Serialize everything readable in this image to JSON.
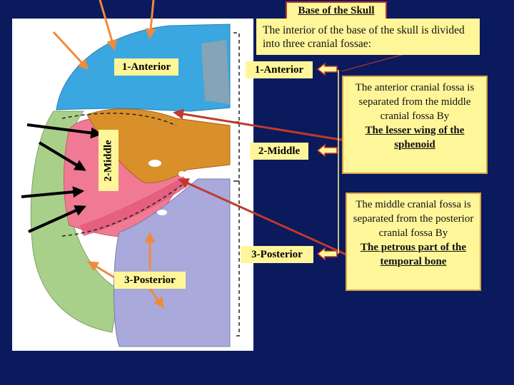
{
  "title": "Base of the Skull",
  "intro": "The interior of the base of the skull is divided into three cranial fossae:",
  "fossae_labels": {
    "anterior": "1-Anterior",
    "middle": "2-Middle",
    "posterior": "3-Posterior"
  },
  "anterior_note": {
    "text": "The anterior cranial fossa is separated from the middle cranial fossa By",
    "emphasis": "The lesser wing of the sphenoid"
  },
  "middle_note": {
    "text": "The middle cranial fossa is separated from the posterior cranial fossa By",
    "emphasis": "The petrous part of the temporal bone"
  },
  "colors": {
    "background": "#0a1a5c",
    "box_fill": "#fff69a",
    "anterior_fossa": "#3aa7e0",
    "middle_fossa": "#f07a94",
    "posterior_fossa": "#a9a9db",
    "sphenoid": "#d9902b",
    "lateral_bone": "#a8d08a",
    "arrow_orange": "#f08a3c",
    "arrow_red": "#c0392b",
    "arrow_black": "#000000"
  }
}
